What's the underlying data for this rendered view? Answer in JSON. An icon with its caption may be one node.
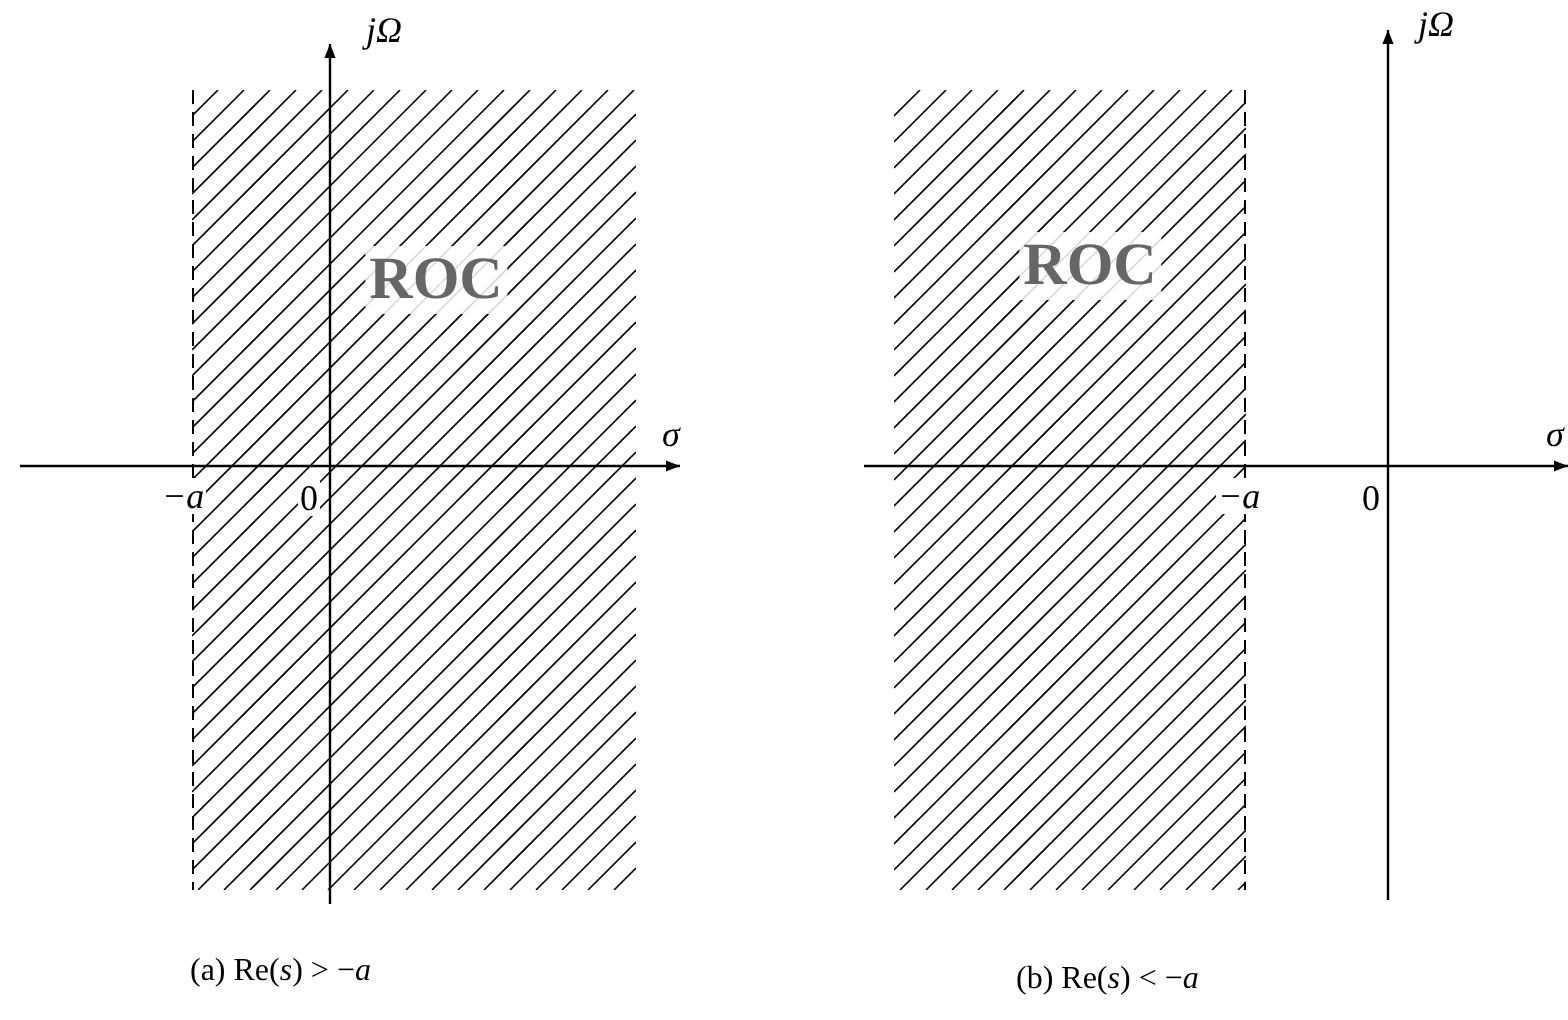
{
  "diagram": {
    "nodes": [
      {
        "text": [
          "ROC"
        ]
      },
      {
        "text": [
          "ROC"
        ]
      }
    ],
    "labels": [
      "jΩ",
      "σ",
      "−a",
      "0",
      "jΩ",
      "σ",
      "−a",
      "0",
      "(a) Re(*s*) > −*a*",
      "(b) Re(*s*) < −*a*"
    ]
  }
}
